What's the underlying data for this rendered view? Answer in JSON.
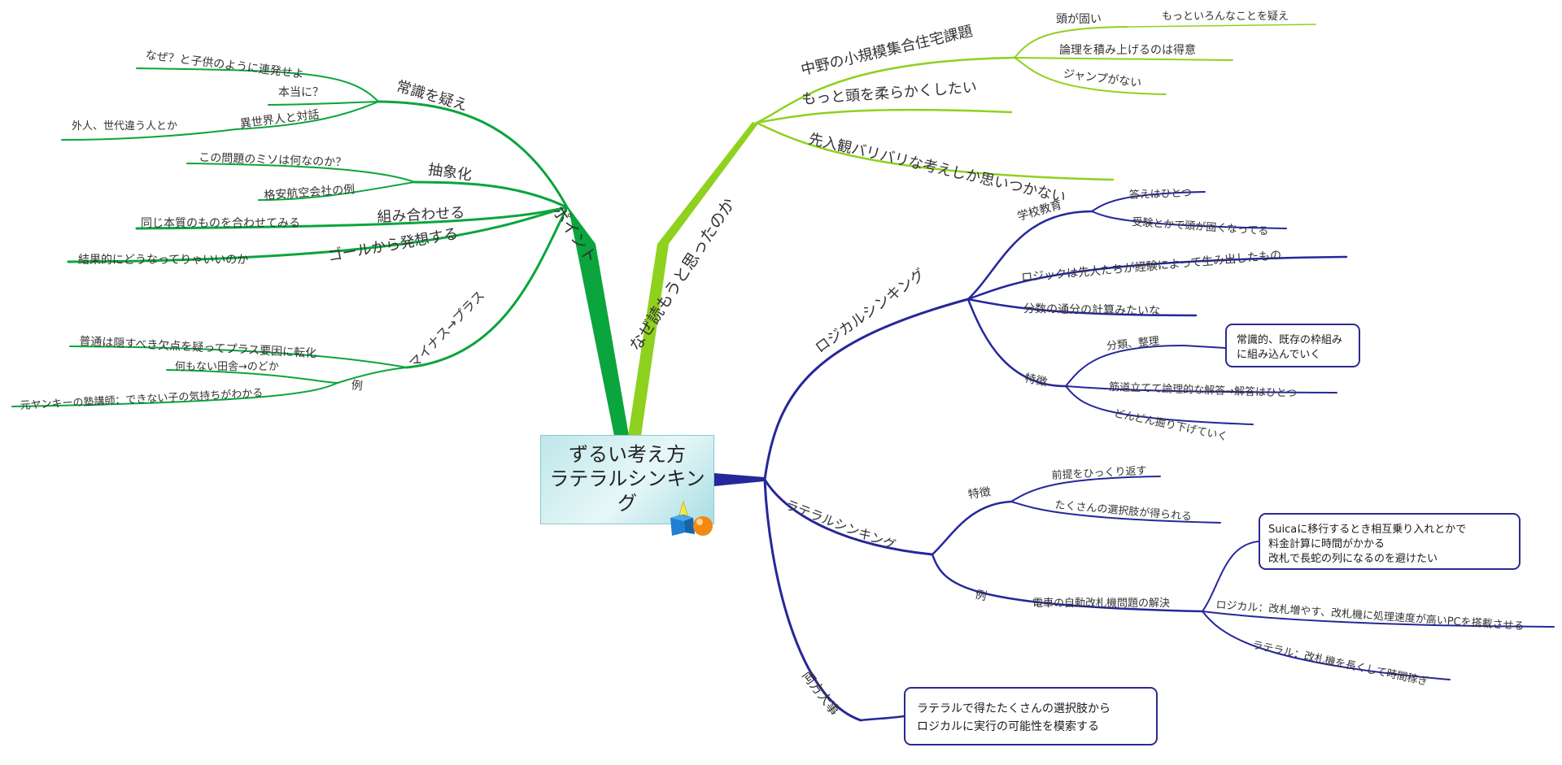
{
  "central_topic": {
    "lines": [
      "ずるい考え方",
      "ラテラルシンキン",
      "グ"
    ]
  },
  "colors": {
    "green": "#0aa53c",
    "lime": "#8fd11f",
    "navy": "#26279a"
  },
  "branches": {
    "naze": {
      "title": "なぜ読もうと思ったのか",
      "nakano": {
        "label": "中野の小規模集合住宅課題",
        "atama": "頭が固い",
        "iron": "もっといろんなことを疑え",
        "ronri": "論理を積み上げるのは得意",
        "jump": "ジャンプがない"
      },
      "yawaraka": "もっと頭を柔らかくしたい",
      "sennyu": "先入観バリバリな考えしか思いつかない"
    },
    "point": {
      "title": "ポイント",
      "joushiki": {
        "label": "常識を疑え",
        "naze": "なぜ？と子供のように連発せよ",
        "hontou": "本当に？",
        "isekai": "異世界人と対話",
        "gaijin": "外人、世代違う人とか"
      },
      "chusho": {
        "label": "抽象化",
        "miso": "この問題のミソは何なのか？",
        "kakuyasu": "格安航空会社の例"
      },
      "kumiawase": {
        "label": "組み合わせる",
        "onaji": "同じ本質のものを合わせてみる"
      },
      "goal": {
        "label": "ゴールから発想する",
        "kekka": "結果的にどうなってりゃいいのか"
      },
      "minus": {
        "label": "マイナス→プラス",
        "futsu": "普通は隠すべき欠点を疑ってプラス要因に転化",
        "rei": "例",
        "inaka": "何もない田舎→のどか",
        "yankee": "元ヤンキーの塾講師：できない子の気持ちがわかる"
      }
    },
    "logical": {
      "title": "ロジカルシンキング",
      "gakko": {
        "label": "学校教育",
        "kotae": "答えはひとつ",
        "juken": "受験とかで頭が固くなってる"
      },
      "logic": "ロジックは先人たちが経験によって生み出したもの",
      "bunsu": "分数の通分の計算みたいな",
      "tokucho": {
        "label": "特徴",
        "bunrui": "分類、整理",
        "callout": [
          "常識的、既存の枠組み",
          "に組み込んでいく"
        ],
        "sujimichi": "筋道立てて論理的な解答→解答はひとつ",
        "dondon": "どんどん掘り下げていく"
      }
    },
    "lateral": {
      "title": "ラテラルシンキング",
      "tokucho": {
        "label": "特徴",
        "zentei": "前提をひっくり返す",
        "takusan": "たくさんの選択肢が得られる"
      },
      "rei": {
        "label": "例",
        "densha": "電車の自動改札機問題の解決",
        "callout": [
          "Suicaに移行するとき相互乗り入れとかで",
          "料金計算に時間がかかる",
          "改札で長蛇の列になるのを避けたい"
        ],
        "logical_ans": "ロジカル：改札増やす、改札機に処理速度が高いPCを搭載させる",
        "lateral_ans": "ラテラル：改札機を長くして時間稼ぎ"
      }
    },
    "ryoho": {
      "title": "両方大事",
      "callout": [
        "ラテラルで得たたくさんの選択肢から",
        "ロジカルに実行の可能性を模索する"
      ]
    }
  }
}
